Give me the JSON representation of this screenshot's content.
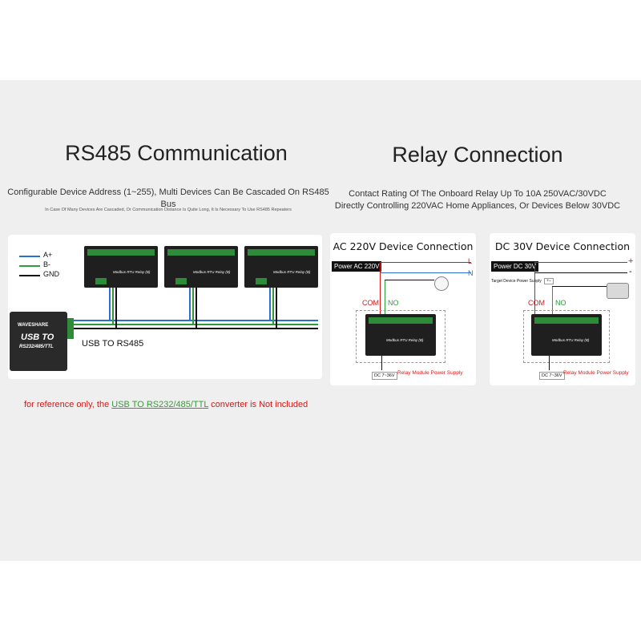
{
  "left": {
    "title": "RS485 Communication",
    "subtitle": "Configurable Device Address (1~255), Multi Devices Can Be Cascaded On RS485 Bus",
    "note": "In Case Of Many Devices Are Cascaded, Or Communication Distance Is Quite Long, It Is Necessary To Use RS485 Repeaters",
    "legend": [
      "A+",
      "B-",
      "GND"
    ],
    "converter_brand": "WAVESHARE",
    "converter_line1": "USB TO",
    "converter_line2": "RS232/485/TTL",
    "usb_label": "USB TO RS485",
    "relay_label": "Modbus RTU Relay (B)"
  },
  "right": {
    "title": "Relay Connection",
    "subtitle_line1": "Contact Rating Of The Onboard Relay Up To 10A 250VAC/30VDC",
    "subtitle_line2": "Directly Controlling 220VAC Home Appliances, Or Devices Below 30VDC",
    "ac": {
      "title": "AC 220V Device Connection",
      "power": "Power AC 220V",
      "l": "L",
      "n": "N",
      "com": "COM",
      "no": "NO",
      "supply": "Relay Module Power Supply",
      "dc_range": "DC 7~36V"
    },
    "dc": {
      "title": "DC 30V Device Connection",
      "power": "Power DC 30V",
      "plus": "+",
      "minus": "-",
      "target": "Target Device Power Supply",
      "com": "COM",
      "no": "NO",
      "supply": "Relay Module Power Supply",
      "dc_range": "DC 7~36V"
    }
  },
  "footer": {
    "prefix": "for reference only, the ",
    "link": "USB TO RS232/485/TTL",
    "suffix": " converter is Not included"
  },
  "colors": {
    "red": "#d21a1a",
    "blue": "#2a6fd6",
    "green": "#2e9a3a",
    "terminal": "#2e8b3a"
  }
}
